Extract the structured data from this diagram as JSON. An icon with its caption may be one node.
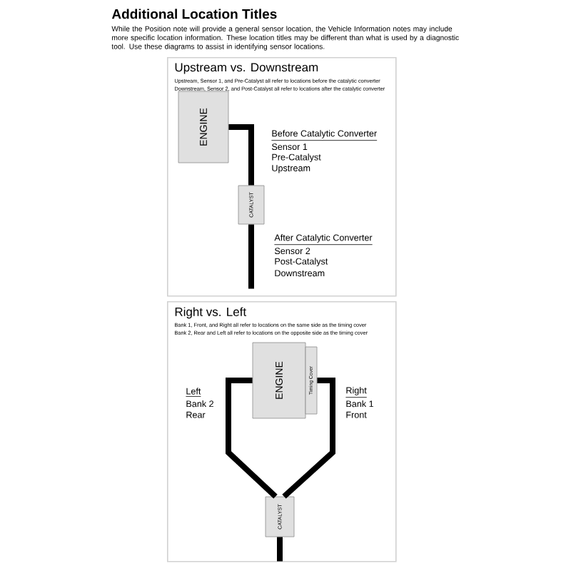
{
  "diagram": {
    "title": "Additional Location Titles",
    "nodes": [
      {
        "text": [
          "Upstream vs. Downstream",
          "Upstream, Sensor 1, and Pre-Catalyst all refer to locations before the catalytic converter",
          "Downstream, Sensor 2, and Post-Catalyst all refer to locations after the catalytic converter"
        ]
      },
      {
        "text": [
          "ENGINE"
        ],
        "in": 0
      },
      {
        "text": [
          "CATALYST"
        ],
        "in": 0
      },
      {
        "text": [
          "Right vs. Left",
          "Bank 1, Front, and Right all refer to locations on the same side as the timing cover",
          "Bank 2, Rear and Left all refer to locations on the opposite side as the timing cover"
        ]
      },
      {
        "text": [
          "ENGINE"
        ],
        "in": 3
      },
      {
        "text": [
          "Timing Cover"
        ],
        "in": 3
      },
      {
        "text": [
          "CATALYST"
        ],
        "in": 3
      }
    ],
    "edges": [
      {
        "from": 1,
        "to": 2,
        "arrow": "none"
      },
      {
        "from": 2,
        "to": null,
        "arrow": "none"
      },
      {
        "from": 4,
        "to": 6,
        "arrow": "none"
      },
      {
        "from": 5,
        "to": 6,
        "arrow": "none"
      },
      {
        "from": 6,
        "to": null,
        "arrow": "none"
      }
    ],
    "labels": [
      "While the Position note will provide a general sensor location, the Vehicle Information notes may include more specific location information. These location titles may be different than what is used by a diagnostic tool. Use these diagrams to assist in identifying sensor locations.",
      "Before Catalytic Converter",
      "Sensor 1",
      "Pre-Catalyst",
      "Upstream",
      "After Catalytic Converter",
      "Sensor 2",
      "Post-Catalyst",
      "Downstream",
      "Left",
      "Bank 2",
      "Rear",
      "Right",
      "Bank 1",
      "Front"
    ]
  }
}
